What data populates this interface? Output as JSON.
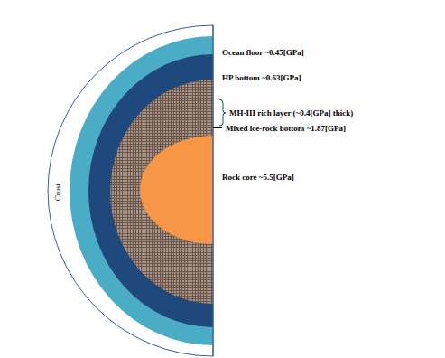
{
  "diagram": {
    "labels": [
      "Crust",
      "Ocean floor ~0.45[GPa]",
      "HP bottom ~0.63[GPa]",
      "MH-III rich layer (~0.4[GPa] thick)",
      "Mixed ice-rock bottom ~1.87[GPa]",
      "Rock core ~5.5[GPa]"
    ]
  }
}
